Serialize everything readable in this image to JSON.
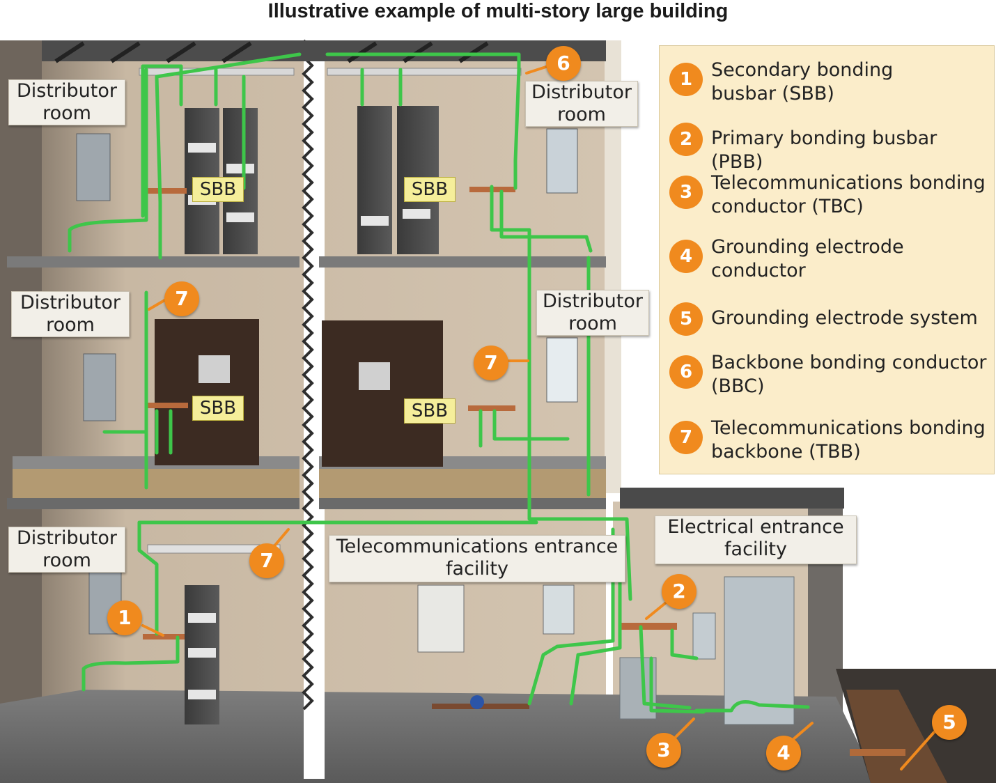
{
  "title": "Illustrative example of multi-story large building",
  "room_labels": {
    "top_left": [
      "Distributor",
      "room"
    ],
    "top_right": [
      "Distributor",
      "room"
    ],
    "mid_left": [
      "Distributor",
      "room"
    ],
    "mid_right": [
      "Distributor",
      "room"
    ],
    "bottom_left": [
      "Distributor",
      "room"
    ],
    "telecom_entrance": [
      "Telecommunications entrance",
      "facility"
    ],
    "electrical_entrance": [
      "Electrical entrance",
      "facility"
    ]
  },
  "sbb_label": "SBB",
  "callouts": [
    "6",
    "7",
    "7",
    "7",
    "1",
    "2",
    "3",
    "4",
    "5"
  ],
  "legend": [
    {
      "num": "1",
      "lines": [
        "Secondary bonding",
        "busbar (SBB)"
      ]
    },
    {
      "num": "2",
      "lines": [
        "Primary bonding busbar (PBB)"
      ]
    },
    {
      "num": "3",
      "lines": [
        "Telecommunications bonding",
        "conductor (TBC)"
      ]
    },
    {
      "num": "4",
      "lines": [
        "Grounding electrode",
        "conductor"
      ]
    },
    {
      "num": "5",
      "lines": [
        "Grounding electrode system"
      ]
    },
    {
      "num": "6",
      "lines": [
        "Backbone bonding conductor",
        "(BBC)"
      ]
    },
    {
      "num": "7",
      "lines": [
        "Telecommunications bonding",
        "backbone (TBB)"
      ]
    }
  ],
  "colors": {
    "wall": "#cbbba6",
    "floor_slab": "#8c8c8c",
    "cable_green": "#3ec64a",
    "badge_orange": "#f08a1e",
    "legend_bg": "#fbedca",
    "sbb_yellow": "#f5ee9a"
  }
}
